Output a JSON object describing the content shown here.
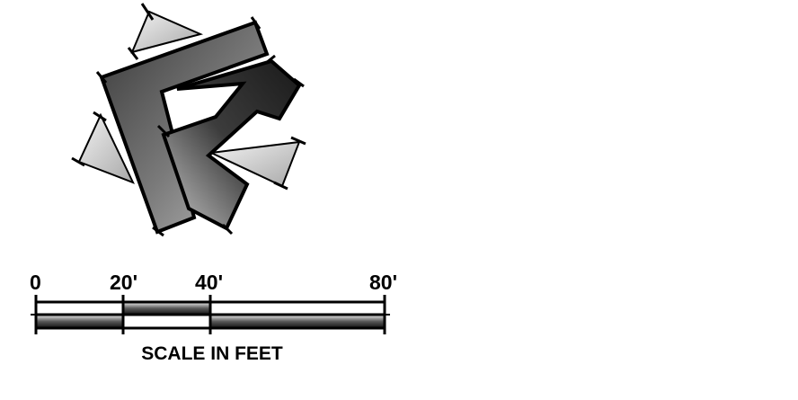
{
  "scale_bar": {
    "tick_labels": [
      "0",
      "20'",
      "40'",
      "80'"
    ],
    "caption": "SCALE IN FEET"
  },
  "colors": {
    "outline": "#000000",
    "dark_fill": "#2a2a2a",
    "mid_fill": "#8f8f8f",
    "light_fill": "#d6d6d6",
    "background": "#ffffff"
  }
}
